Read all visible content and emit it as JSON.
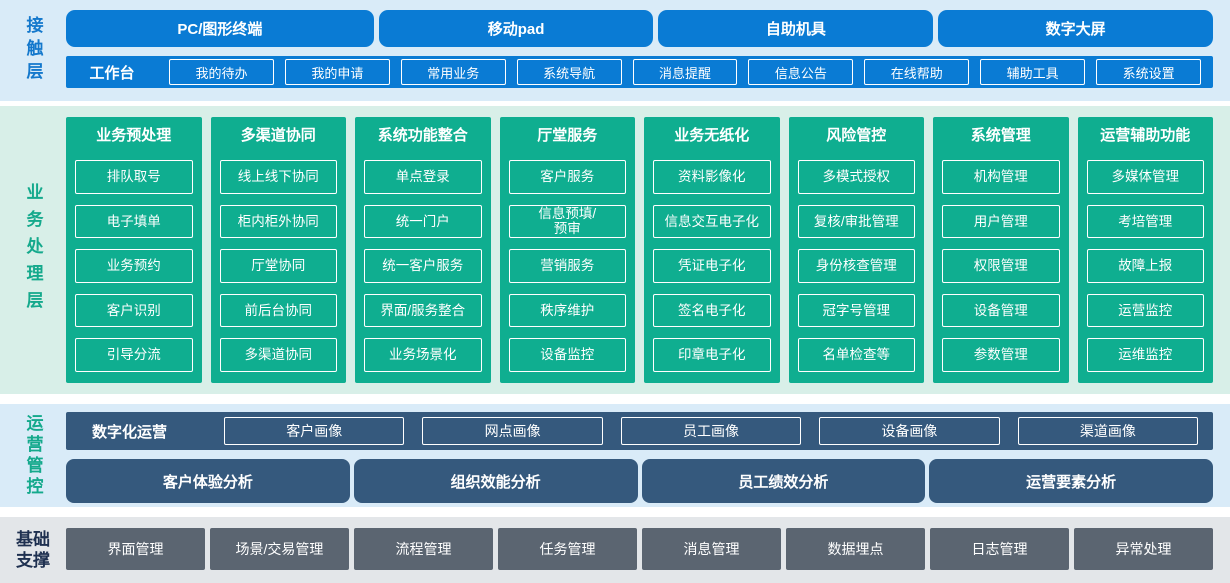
{
  "colors": {
    "contact_blue": "#0a7bd4",
    "contact_bg": "#d9ebf8",
    "business_green": "#0fae90",
    "business_bg": "#d8efe8",
    "ops_slate": "#35597d",
    "ops_bg": "#d9ebf8",
    "base_gray": "#5b6571",
    "base_bg": "#e3e6e9",
    "base_label_navy": "#1e3050",
    "white_border": "#ffffff"
  },
  "contact": {
    "label": "接触层",
    "devices": [
      "PC/图形终端",
      "移动pad",
      "自助机具",
      "数字大屏"
    ],
    "workbench": {
      "label": "工作台",
      "items": [
        "我的待办",
        "我的申请",
        "常用业务",
        "系统导航",
        "消息提醒",
        "信息公告",
        "在线帮助",
        "辅助工具",
        "系统设置"
      ]
    }
  },
  "business": {
    "label": "业务处理层",
    "columns": [
      {
        "title": "业务预处理",
        "items": [
          "排队取号",
          "电子填单",
          "业务预约",
          "客户识别",
          "引导分流"
        ]
      },
      {
        "title": "多渠道协同",
        "items": [
          "线上线下协同",
          "柜内柜外协同",
          "厅堂协同",
          "前后台协同",
          "多渠道协同"
        ]
      },
      {
        "title": "系统功能整合",
        "items": [
          "单点登录",
          "统一门户",
          "统一客户服务",
          "界面/服务整合",
          "业务场景化"
        ]
      },
      {
        "title": "厅堂服务",
        "items": [
          "客户服务",
          "信息预填/\n预审",
          "营销服务",
          "秩序维护",
          "设备监控"
        ]
      },
      {
        "title": "业务无纸化",
        "items": [
          "资料影像化",
          "信息交互电子化",
          "凭证电子化",
          "签名电子化",
          "印章电子化"
        ]
      },
      {
        "title": "风险管控",
        "items": [
          "多模式授权",
          "复核/审批管理",
          "身份核查管理",
          "冠字号管理",
          "名单检查等"
        ]
      },
      {
        "title": "系统管理",
        "items": [
          "机构管理",
          "用户管理",
          "权限管理",
          "设备管理",
          "参数管理"
        ]
      },
      {
        "title": "运营辅助功能",
        "items": [
          "多媒体管理",
          "考培管理",
          "故障上报",
          "运营监控",
          "运维监控"
        ]
      }
    ]
  },
  "operations": {
    "label": "运营管控",
    "digital": {
      "label": "数字化运营",
      "items": [
        "客户画像",
        "网点画像",
        "员工画像",
        "设备画像",
        "渠道画像"
      ]
    },
    "analysis": [
      "客户体验分析",
      "组织效能分析",
      "员工绩效分析",
      "运营要素分析"
    ]
  },
  "base": {
    "label": "基础\n支撑",
    "items": [
      "界面管理",
      "场景/交易管理",
      "流程管理",
      "任务管理",
      "消息管理",
      "数据埋点",
      "日志管理",
      "异常处理"
    ]
  }
}
